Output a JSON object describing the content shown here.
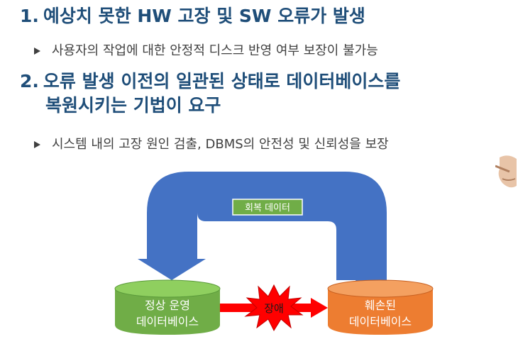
{
  "heading1": {
    "number": "1.",
    "text": "예상치 못한 HW 고장 및 SW 오류가 발생"
  },
  "bullet1": "사용자의 작업에 대한 안정적 디스크 반영 여부 보장이 불가능",
  "heading2": {
    "number": "2.",
    "line1": "오류 발생 이전의 일관된 상태로 데이터베이스를",
    "line2": "복원시키는 기법이 요구"
  },
  "bullet2": "시스템 내의 고장 원인 검출, DBMS의 안전성 및 신뢰성을 보장",
  "diagram": {
    "recovery_label": "회복 데이터",
    "normal_db": {
      "line1": "정상 운영",
      "line2": "데이터베이스"
    },
    "failure_label": "장애",
    "damaged_db": {
      "line1": "훼손된",
      "line2": "데이터베이스"
    },
    "colors": {
      "arrow_blue": "#4472c4",
      "normal_green": "#70ad47",
      "damaged_orange": "#ed7d31",
      "failure_red": "#ff0000",
      "recovery_box": "#70ad47"
    }
  }
}
